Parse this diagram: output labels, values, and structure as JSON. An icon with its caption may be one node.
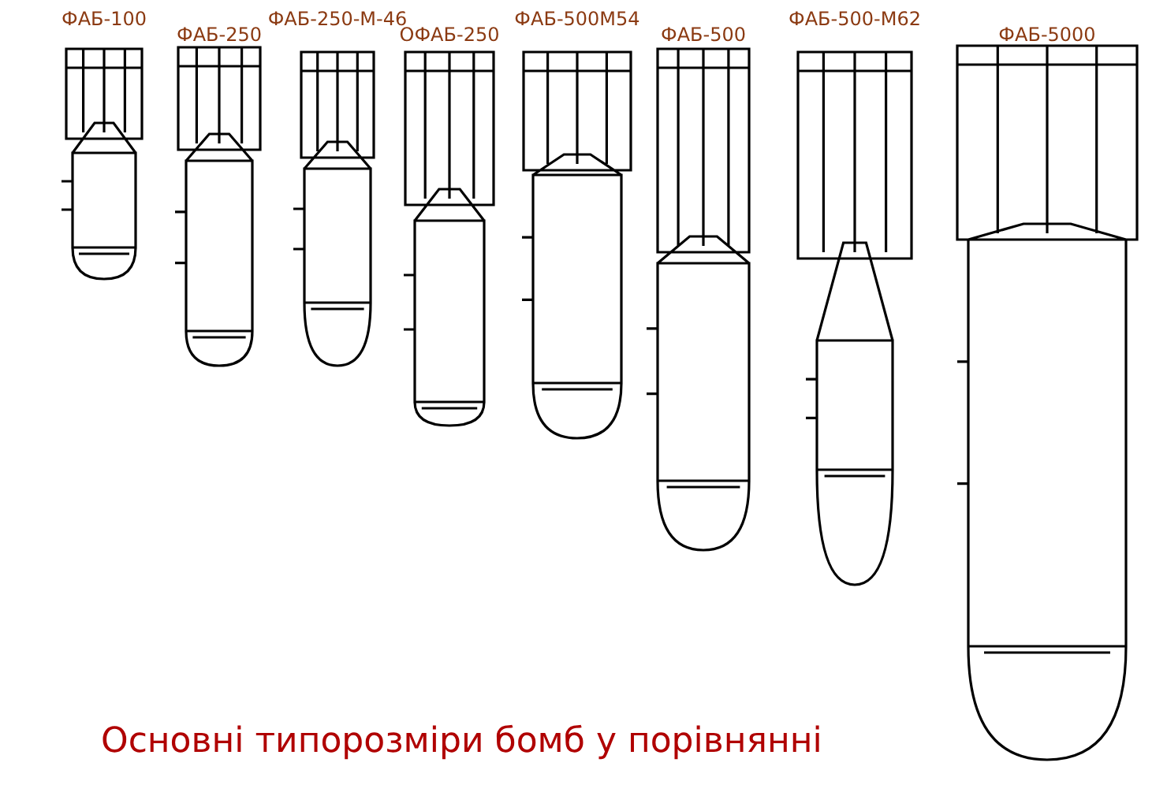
{
  "diagram": {
    "title": "Основні типорозміри бомб у порівнянні",
    "nodes": [
      {
        "text": [
          "ФАБ-100"
        ]
      },
      {
        "text": [
          "ФАБ-250"
        ]
      },
      {
        "text": [
          "ФАБ-250-М-46"
        ]
      },
      {
        "text": [
          "ОФАБ-250"
        ]
      },
      {
        "text": [
          "ФАБ-500М54"
        ]
      },
      {
        "text": [
          "ФАБ-500"
        ]
      },
      {
        "text": [
          "ФАБ-500-М62"
        ]
      },
      {
        "text": [
          "ФАБ-5000"
        ]
      }
    ]
  }
}
